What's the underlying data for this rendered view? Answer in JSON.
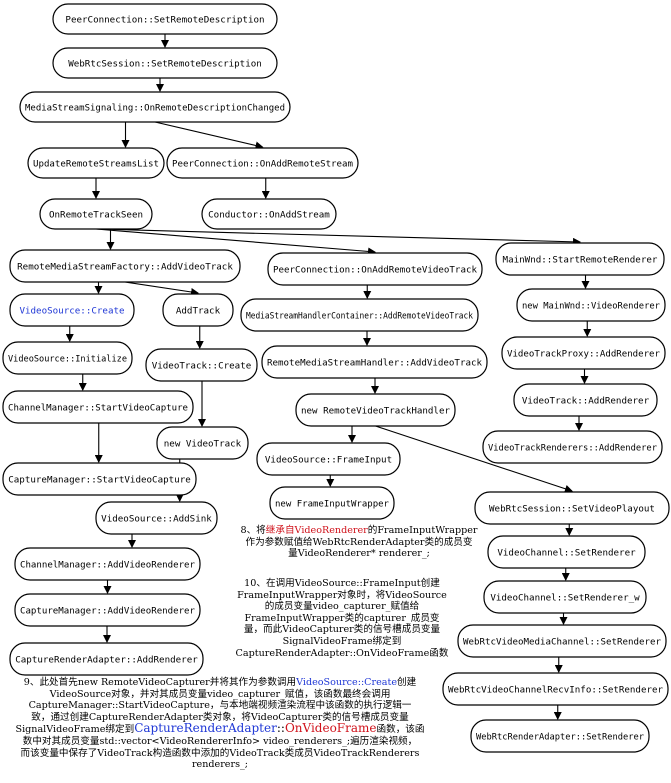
{
  "nodes": [
    {
      "id": "n1",
      "label": "PeerConnection::SetRemoteDescription"
    },
    {
      "id": "n2",
      "label": "WebRtcSession::SetRemoteDescription"
    },
    {
      "id": "n3",
      "label": "MediaStreamSignaling::OnRemoteDescriptionChanged"
    },
    {
      "id": "n4",
      "label": "UpdateRemoteStreamsList"
    },
    {
      "id": "n5",
      "label": "PeerConnection::OnAddRemoteStream"
    },
    {
      "id": "n6",
      "label": "OnRemoteTrackSeen"
    },
    {
      "id": "n7",
      "label": "Conductor::OnAddStream"
    },
    {
      "id": "n8",
      "label": "RemoteMediaStreamFactory::AddVideoTrack"
    },
    {
      "id": "n9",
      "label": "PeerConnection::OnAddRemoteVideoTrack"
    },
    {
      "id": "n10",
      "label": "MainWnd::StartRemoteRenderer"
    },
    {
      "id": "n11",
      "label": "VideoSource::Create",
      "color": "#1f37d6"
    },
    {
      "id": "n12",
      "label": "AddTrack"
    },
    {
      "id": "n13",
      "label": "MediaStreamHandlerContainer::AddRemoteVideoTrack"
    },
    {
      "id": "n14",
      "label": "new MainWnd::VideoRenderer"
    },
    {
      "id": "n15",
      "label": "VideoSource::Initialize"
    },
    {
      "id": "n16",
      "label": "VideoTrack::Create"
    },
    {
      "id": "n17",
      "label": "RemoteMediaStreamHandler::AddVideoTrack"
    },
    {
      "id": "n18",
      "label": "VideoTrackProxy::AddRenderer"
    },
    {
      "id": "n19",
      "label": "ChannelManager::StartVideoCapture"
    },
    {
      "id": "n20",
      "label": "new RemoteVideoTrackHandler"
    },
    {
      "id": "n21",
      "label": "VideoTrack::AddRenderer"
    },
    {
      "id": "n22",
      "label": "new VideoTrack"
    },
    {
      "id": "n23",
      "label": "VideoTrackRenderers::AddRenderer"
    },
    {
      "id": "n24",
      "label": "VideoSource::FrameInput"
    },
    {
      "id": "n25",
      "label": "CaptureManager::StartVideoCapture"
    },
    {
      "id": "n26",
      "label": "new FrameInputWrapper"
    },
    {
      "id": "n27",
      "label": "WebRtcSession::SetVideoPlayout"
    },
    {
      "id": "n28",
      "label": "VideoSource::AddSink"
    },
    {
      "id": "n29",
      "label": "VideoChannel::SetRenderer"
    },
    {
      "id": "n30",
      "label": "ChannelManager::AddVideoRenderer"
    },
    {
      "id": "n31",
      "label": "VideoChannel::SetRenderer_w"
    },
    {
      "id": "n32",
      "label": "CaptureManager::AddVideoRenderer"
    },
    {
      "id": "n33",
      "label": "WebRtcVideoMediaChannel::SetRenderer"
    },
    {
      "id": "n34",
      "label": "CaptureRenderAdapter::AddRenderer"
    },
    {
      "id": "n35",
      "label": "WebRtcVideoChannelRecvInfo::SetRenderer"
    },
    {
      "id": "n36",
      "label": "WebRtcRenderAdapter::SetRenderer"
    }
  ],
  "edges": [
    [
      "n1",
      "n2"
    ],
    [
      "n2",
      "n3"
    ],
    [
      "n3",
      "n4"
    ],
    [
      "n3",
      "n5"
    ],
    [
      "n4",
      "n6"
    ],
    [
      "n5",
      "n7"
    ],
    [
      "n6",
      "n8"
    ],
    [
      "n6",
      "n9"
    ],
    [
      "n6",
      "n10"
    ],
    [
      "n8",
      "n11"
    ],
    [
      "n8",
      "n12"
    ],
    [
      "n11",
      "n15"
    ],
    [
      "n15",
      "n19"
    ],
    [
      "n19",
      "n25"
    ],
    [
      "n12",
      "n16"
    ],
    [
      "n16",
      "n22"
    ],
    [
      "n22",
      "n28"
    ],
    [
      "n28",
      "n30"
    ],
    [
      "n30",
      "n32"
    ],
    [
      "n32",
      "n34"
    ],
    [
      "n9",
      "n13"
    ],
    [
      "n13",
      "n17"
    ],
    [
      "n17",
      "n20"
    ],
    [
      "n20",
      "n24"
    ],
    [
      "n24",
      "n26"
    ],
    [
      "n20",
      "n27"
    ],
    [
      "n27",
      "n29"
    ],
    [
      "n29",
      "n31"
    ],
    [
      "n31",
      "n33"
    ],
    [
      "n33",
      "n35"
    ],
    [
      "n35",
      "n36"
    ],
    [
      "n10",
      "n14"
    ],
    [
      "n14",
      "n18"
    ],
    [
      "n18",
      "n21"
    ],
    [
      "n21",
      "n23"
    ]
  ],
  "notes": {
    "note8": {
      "l1_prefix": "8、将",
      "l1_red": "继承自VideoRenderer",
      "l1_suffix": "的FrameInputWrapper",
      "l2": "作为参数赋值给WebRtcRenderAdapter类的成员变",
      "l3": "量VideoRenderer* renderer_;"
    },
    "note10": {
      "l1": "10、在调用VideoSource::FrameInput创建",
      "l2": "FrameInputWrapper对象时，将VideoSource",
      "l3": "的成员变量video_capturer_赋值给",
      "l4": "FrameInputWrapper类的capturer_成员变",
      "l5": "量，而此VideoCapturer类的信号槽成员变量",
      "l6": "SignalVideoFrame绑定到",
      "l7": "CaptureRenderAdapter::OnVideoFrame函数"
    },
    "note9": {
      "l1_prefix": "9、此处首先new RemoteVideoCapturer并将其作为参数调用",
      "l1_blue": "VideoSource::Create",
      "l1_suffix": "创建",
      "l2": "VideoSource对象，并对其成员变量video_capturer_赋值，该函数最终会调用",
      "l3": "CaptureManager::StartVideoCapture，与本地端视频渲染流程中该函数的执行逻辑一",
      "l4": "致，通过创建CaptureRenderAdapter类对象，将VideoCapturer类的信号槽成员变量",
      "l5_prefix": "SignalVideoFrame绑定到",
      "l5_blue": "CaptureRenderAdapter",
      "l5_sep": "::",
      "l5_red": "OnVideoFrame",
      "l5_suffix": "函数，该函",
      "l6": "数中对其成员变量std::vector<VideoRendererInfo> video_renderers_;遍历渲染视频，",
      "l7": "而该变量中保存了VideoTrack构造函数中添加的VideoTrack类成员VideoTrackRenderers",
      "l8": "renderers_;"
    }
  }
}
